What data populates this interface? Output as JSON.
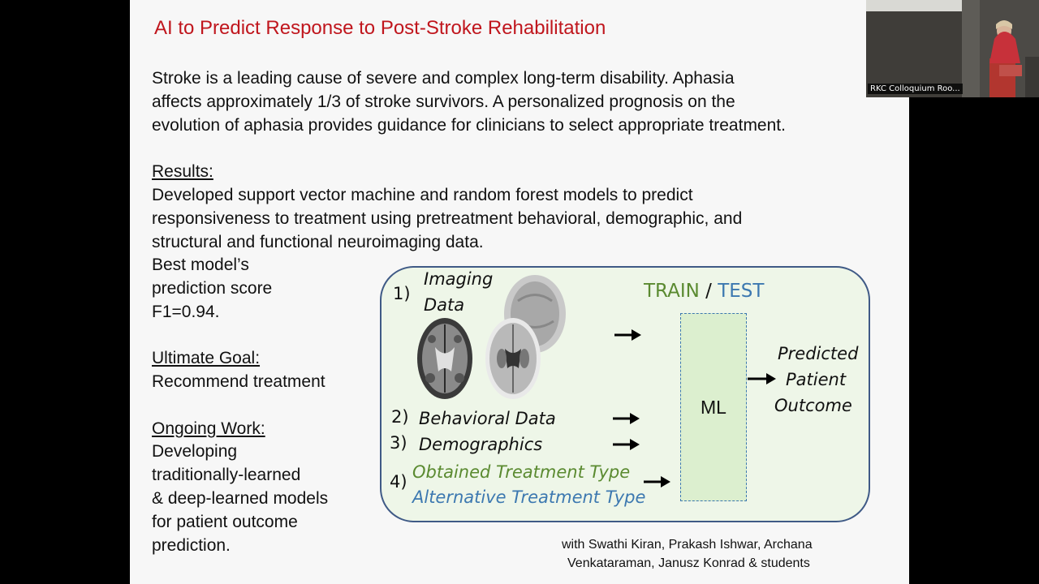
{
  "slide": {
    "title": "AI to Predict Response to Post-Stroke Rehabilitation",
    "intro": [
      "Stroke is a leading cause of severe and complex long-term disability.  Aphasia",
      "affects approximately 1/3 of stroke survivors.  A personalized prognosis on the",
      "evolution of aphasia provides guidance for clinicians to select appropriate treatment."
    ],
    "results_heading": "Results:",
    "results": [
      "Developed support vector machine and random forest models to predict",
      "responsiveness to treatment using pretreatment behavioral, demographic, and",
      "structural and functional neuroimaging data."
    ],
    "best_model": [
      "Best model’s",
      "prediction score",
      "F1=0.94."
    ],
    "goal_heading": "Ultimate Goal:",
    "goal": "Recommend treatment",
    "ongoing_heading": "Ongoing Work:",
    "ongoing": [
      "Developing",
      "traditionally-learned",
      "& deep-learned models",
      "for patient outcome",
      "prediction."
    ],
    "credit": [
      "with Swathi Kiran, Prakash Ishwar, Archana",
      "Venkataraman, Janusz Konrad & students"
    ]
  },
  "diagram": {
    "num1": "1)",
    "imaging": [
      "Imaging",
      "Data"
    ],
    "num2": "2)",
    "behavioral": "Behavioral Data",
    "num3": "3)",
    "demographics": "Demographics",
    "num4": "4)",
    "obtained": "Obtained Treatment Type",
    "alternative": "Alternative Treatment Type",
    "train": "TRAIN",
    "slash": "/",
    "test": "TEST",
    "ml": "ML",
    "outcome": [
      "Predicted",
      "Patient",
      "Outcome"
    ],
    "colors": {
      "green": "#5a8a30",
      "blue": "#3c78b0",
      "border": "#3f5a86"
    }
  },
  "webcam": {
    "label": "RKC Colloquium Roo..."
  }
}
